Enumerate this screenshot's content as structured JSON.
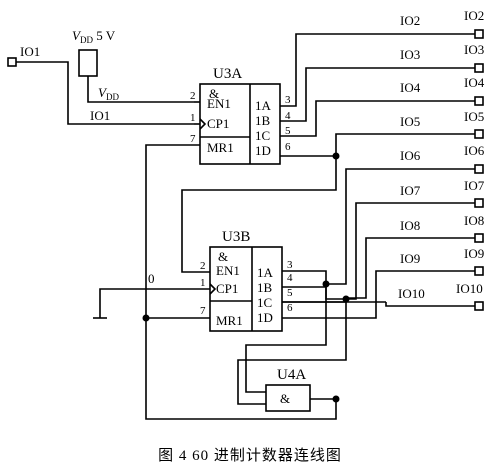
{
  "caption": "图 4   60 进制计数器连线图",
  "supply": {
    "label": "V",
    "sub": "DD",
    "value": " 5 V"
  },
  "vdd_line": {
    "label": "V",
    "sub": "DD"
  },
  "ground_label": "0",
  "input": {
    "port": "IO1",
    "net": "IO1"
  },
  "u3a": {
    "title": "U3A",
    "symbol": "&",
    "left_pins": [
      {
        "num": "2",
        "name": "EN1"
      },
      {
        "num": "1",
        "name": "CP1"
      },
      {
        "num": "7",
        "name": "MR1"
      }
    ],
    "right_pins": [
      {
        "num": "3",
        "name": "1A"
      },
      {
        "num": "4",
        "name": "1B"
      },
      {
        "num": "5",
        "name": "1C"
      },
      {
        "num": "6",
        "name": "1D"
      }
    ]
  },
  "u3b": {
    "title": "U3B",
    "symbol": "&",
    "left_pins": [
      {
        "num": "2",
        "name": "EN1"
      },
      {
        "num": "1",
        "name": "CP1"
      },
      {
        "num": "7",
        "name": "MR1"
      }
    ],
    "right_pins": [
      {
        "num": "3",
        "name": "1A"
      },
      {
        "num": "4",
        "name": "1B"
      },
      {
        "num": "5",
        "name": "1C"
      },
      {
        "num": "6",
        "name": "1D"
      }
    ]
  },
  "u4a": {
    "title": "U4A",
    "symbol": "&"
  },
  "outputs": [
    {
      "net": "IO2",
      "port": "IO2"
    },
    {
      "net": "IO3",
      "port": "IO3"
    },
    {
      "net": "IO4",
      "port": "IO4"
    },
    {
      "net": "IO5",
      "port": "IO5"
    },
    {
      "net": "IO6",
      "port": "IO6"
    },
    {
      "net": "IO7",
      "port": "IO7"
    },
    {
      "net": "IO8",
      "port": "IO8"
    },
    {
      "net": "IO9",
      "port": "IO9"
    },
    {
      "net": "IO10",
      "port": "IO10"
    }
  ]
}
